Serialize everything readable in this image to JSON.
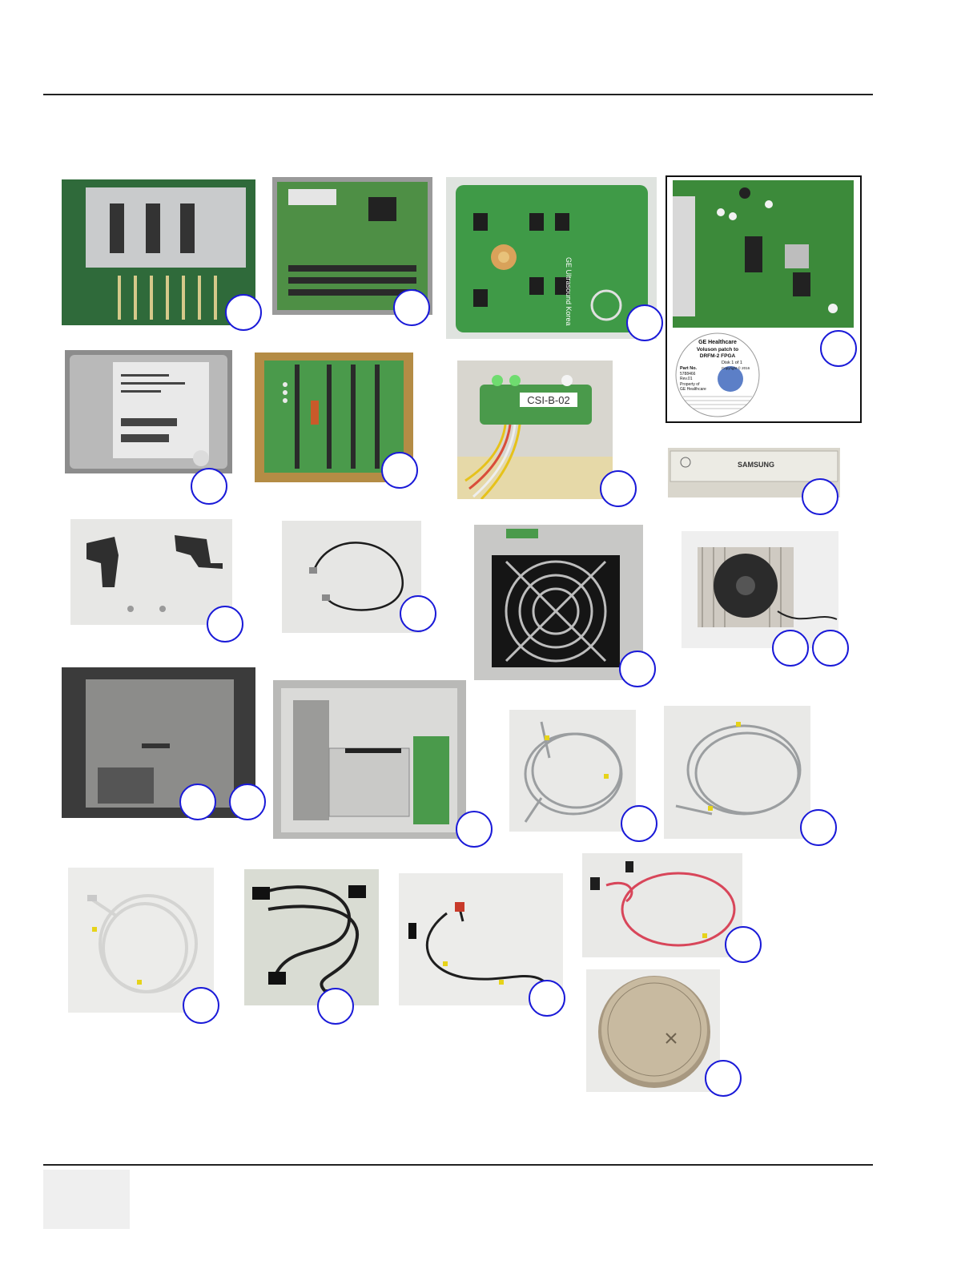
{
  "cd_label": {
    "brand": "GE Healthcare",
    "title_line1": "Voluson patch to",
    "title_line2": "DRFM-2 FPGA",
    "part_label": "Part No.",
    "part_number": "5788466",
    "revision": "Rev.01",
    "property_line1": "Property of",
    "property_line2": "GE Healthcare",
    "disk": "Disk 1 of 1",
    "copyright": "Copyright © 2016"
  },
  "board_labels": {
    "csi_board": "CSI-B-02",
    "dvd_brand": "SAMSUNG",
    "pcb_ge": "GE Ultrasound Korea"
  },
  "colors": {
    "callout_border": "#1a1ad8",
    "pcb_green": "#3d8a3a",
    "rule": "#222222"
  }
}
